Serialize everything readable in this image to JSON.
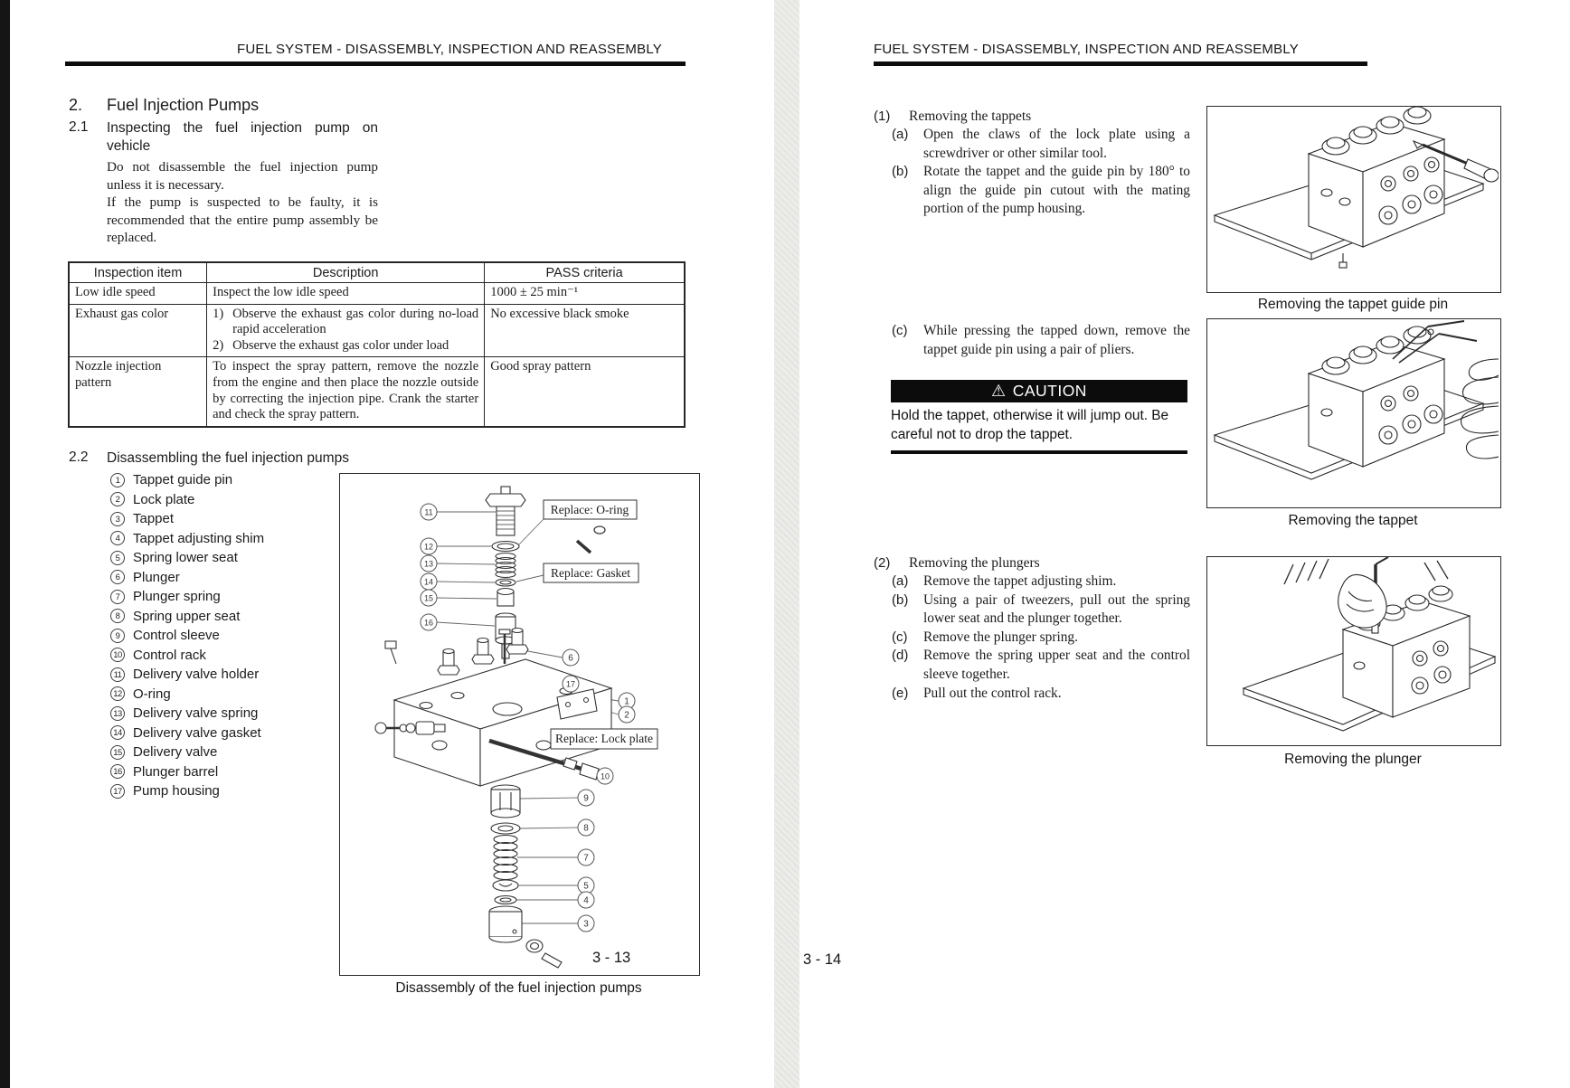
{
  "left": {
    "header": "FUEL SYSTEM - DISASSEMBLY, INSPECTION AND REASSEMBLY",
    "page_number": "3 - 13",
    "s2": {
      "num": "2.",
      "title": "Fuel Injection Pumps"
    },
    "s21": {
      "num": "2.1",
      "title": "Inspecting the fuel injection pump on vehicle"
    },
    "paragraphs": {
      "p1": "Do not disassemble the fuel injection pump unless it is necessary.",
      "p2": "If the pump is suspected to be faulty, it is recommended that the entire pump assembly be replaced."
    },
    "table": {
      "headers": {
        "item": "Inspection item",
        "desc": "Description",
        "pass": "PASS criteria"
      },
      "rows": [
        {
          "item": "Low idle speed",
          "desc": [
            {
              "label": "",
              "text": "Inspect the low idle speed"
            }
          ],
          "pass": "1000 ± 25 min⁻¹"
        },
        {
          "item": "Exhaust gas color",
          "desc": [
            {
              "label": "1)",
              "text": "Observe the exhaust gas color during no-load rapid acceleration"
            },
            {
              "label": "2)",
              "text": "Observe the exhaust gas color under load"
            }
          ],
          "pass": "No excessive black smoke"
        },
        {
          "item": "Nozzle injection pattern",
          "desc": [
            {
              "label": "",
              "text": "To inspect the spray pattern, remove the nozzle from the engine and then place the nozzle outside by correcting the injection pipe.  Crank the starter and check the spray pattern."
            }
          ],
          "pass": "Good spray pattern"
        }
      ]
    },
    "s22": {
      "num": "2.2",
      "title": "Disassembling the fuel injection pumps"
    },
    "parts": [
      {
        "num": "1",
        "name": "Tappet guide pin"
      },
      {
        "num": "2",
        "name": "Lock plate"
      },
      {
        "num": "3",
        "name": "Tappet"
      },
      {
        "num": "4",
        "name": "Tappet adjusting shim"
      },
      {
        "num": "5",
        "name": "Spring lower seat"
      },
      {
        "num": "6",
        "name": "Plunger"
      },
      {
        "num": "7",
        "name": "Plunger spring"
      },
      {
        "num": "8",
        "name": "Spring upper seat"
      },
      {
        "num": "9",
        "name": "Control sleeve"
      },
      {
        "num": "10",
        "name": "Control rack"
      },
      {
        "num": "11",
        "name": "Delivery valve holder"
      },
      {
        "num": "12",
        "name": "O-ring"
      },
      {
        "num": "13",
        "name": "Delivery valve spring"
      },
      {
        "num": "14",
        "name": "Delivery valve gasket"
      },
      {
        "num": "15",
        "name": "Delivery valve"
      },
      {
        "num": "16",
        "name": "Plunger barrel"
      },
      {
        "num": "17",
        "name": "Pump housing"
      }
    ],
    "diagram": {
      "caption": "Disassembly of the fuel injection pumps",
      "callout_oring": "Replace: O-ring",
      "callout_gasket": "Replace: Gasket",
      "callout_lockplate": "Replace: Lock plate"
    }
  },
  "right": {
    "header": "FUEL SYSTEM - DISASSEMBLY, INSPECTION AND REASSEMBLY",
    "page_number": "3 - 14",
    "step1": {
      "num": "(1)",
      "title": "Removing the tappets",
      "items": [
        {
          "label": "(a)",
          "text": "Open the claws of the lock plate using a screwdriver or other similar tool."
        },
        {
          "label": "(b)",
          "text": "Rotate the tappet and the guide pin by 180° to align the guide pin cutout with the mating portion of the pump housing."
        },
        {
          "label": "(c)",
          "text": "While pressing the tapped down, remove the tappet guide pin using a pair of pliers."
        }
      ]
    },
    "caution": {
      "icon": "⚠",
      "label": "CAUTION",
      "text": "Hold the tappet, otherwise it will jump out.  Be careful not to drop the tappet."
    },
    "step2": {
      "num": "(2)",
      "title": "Removing the plungers",
      "items": [
        {
          "label": "(a)",
          "text": "Remove the tappet adjusting shim."
        },
        {
          "label": "(b)",
          "text": "Using a pair of tweezers, pull out the spring lower seat and the plunger together."
        },
        {
          "label": "(c)",
          "text": "Remove the plunger spring."
        },
        {
          "label": "(d)",
          "text": "Remove the spring upper seat and the control sleeve together."
        },
        {
          "label": "(e)",
          "text": "Pull out the control rack."
        }
      ]
    },
    "figures": [
      {
        "caption": "Removing the tappet guide pin"
      },
      {
        "caption": "Removing the tappet"
      },
      {
        "caption": "Removing the plunger"
      }
    ]
  }
}
